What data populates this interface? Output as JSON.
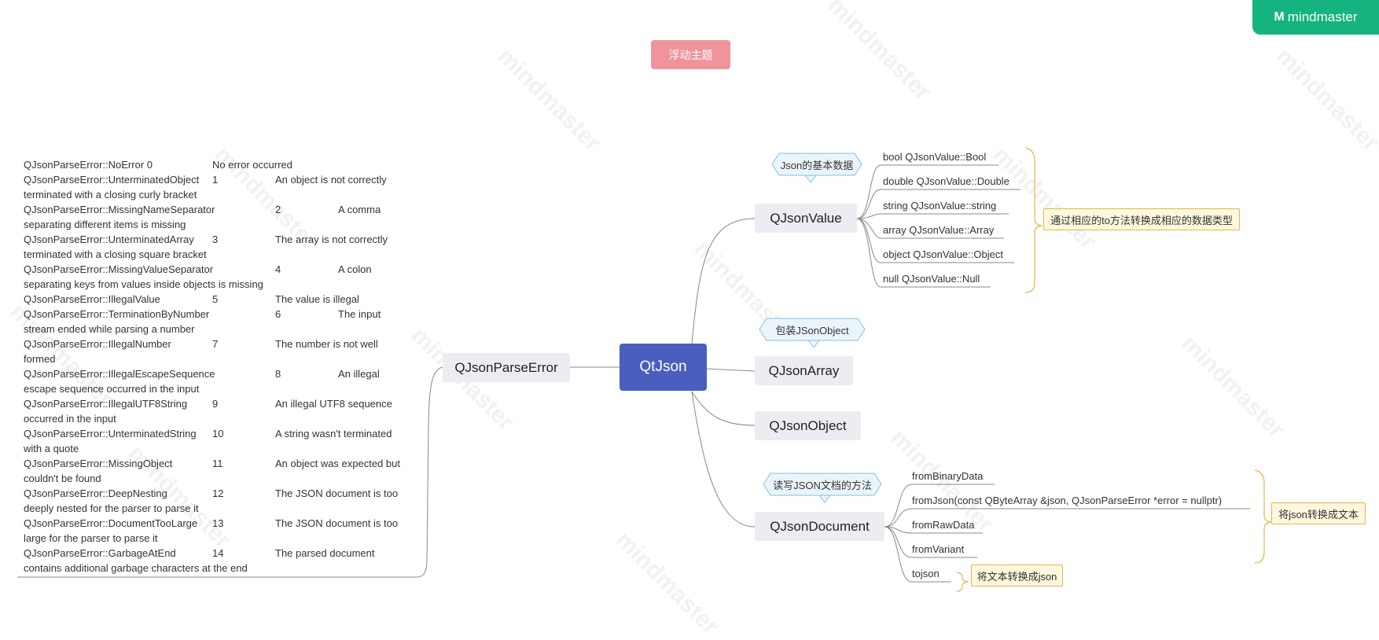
{
  "logo": {
    "mark": "M",
    "text": "mindmaster"
  },
  "watermark": "mindmaster",
  "floating_topic": "浮动主题",
  "root": "QtJson",
  "parse_error": {
    "label": "QJsonParseError",
    "lines": [
      [
        "QJsonParseError::NoError 0",
        "No error occurred",
        ""
      ],
      [
        "QJsonParseError::UnterminatedObject",
        "1",
        "An object is not correctly"
      ],
      [
        "terminated with a closing curly bracket",
        "",
        ""
      ],
      [
        "QJsonParseError::MissingNameSeparator",
        "2",
        "A comma"
      ],
      [
        "separating different items is missing",
        "",
        ""
      ],
      [
        "QJsonParseError::UnterminatedArray",
        "3",
        "The array is not correctly"
      ],
      [
        "terminated with a closing square bracket",
        "",
        ""
      ],
      [
        "QJsonParseError::MissingValueSeparator",
        "4",
        "A colon"
      ],
      [
        "separating keys from values inside objects is missing",
        "",
        ""
      ],
      [
        "QJsonParseError::IllegalValue",
        "5",
        "The value is illegal"
      ],
      [
        "QJsonParseError::TerminationByNumber",
        "6",
        "The input"
      ],
      [
        "stream ended while parsing a number",
        "",
        ""
      ],
      [
        "QJsonParseError::IllegalNumber",
        "7",
        "The number is not well"
      ],
      [
        "formed",
        "",
        ""
      ],
      [
        "QJsonParseError::IllegalEscapeSequence",
        "8",
        "An illegal"
      ],
      [
        "escape sequence occurred in the input",
        "",
        ""
      ],
      [
        "QJsonParseError::IllegalUTF8String",
        "9",
        "An illegal UTF8 sequence"
      ],
      [
        "occurred in the input",
        "",
        ""
      ],
      [
        "QJsonParseError::UnterminatedString",
        "10",
        "A string wasn't terminated"
      ],
      [
        "with a quote",
        "",
        ""
      ],
      [
        "QJsonParseError::MissingObject",
        "11",
        "An object was expected but"
      ],
      [
        "couldn't be found",
        "",
        ""
      ],
      [
        "QJsonParseError::DeepNesting",
        "12",
        "The JSON document is too"
      ],
      [
        "deeply nested for the parser to parse it",
        "",
        ""
      ],
      [
        "QJsonParseError::DocumentTooLarge",
        "13",
        "The JSON document is too"
      ],
      [
        "large for the parser to parse it",
        "",
        ""
      ],
      [
        "QJsonParseError::GarbageAtEnd",
        "14",
        "The parsed document"
      ],
      [
        "contains additional garbage characters at the end",
        "",
        ""
      ]
    ]
  },
  "qjsonvalue": {
    "label": "QJsonValue",
    "callout": "Json的基本数据",
    "items": [
      "bool QJsonValue::Bool",
      "double QJsonValue::Double",
      "string QJsonValue::string",
      "array QJsonValue::Array",
      "object QJsonValue::Object",
      "null QJsonValue::Null"
    ],
    "summary": "通过相应的to方法转换成相应的数据类型"
  },
  "qjsonarray": {
    "label": "QJsonArray",
    "callout": "包装JSonObject"
  },
  "qjsonobject": {
    "label": "QJsonObject"
  },
  "qjsondocument": {
    "label": "QJsonDocument",
    "callout": "读写JSON文档的方法",
    "items": [
      "fromBinaryData",
      "fromJson(const QByteArray &json, QJsonParseError *error = nullptr)",
      "fromRawData",
      "fromVariant",
      "tojson"
    ],
    "summary_main": "将json转换成文本",
    "summary_tojson": "将文本转换成json"
  },
  "colors": {
    "root": "#4a5ebf",
    "main_topic": "#ecedf3",
    "floating": "#f0949c",
    "summary_fill": "#fff7de",
    "summary_border": "#e5b54c",
    "callout_fill": "#eaf5fb",
    "callout_border": "#84c1e0",
    "logo": "#15b37f"
  }
}
